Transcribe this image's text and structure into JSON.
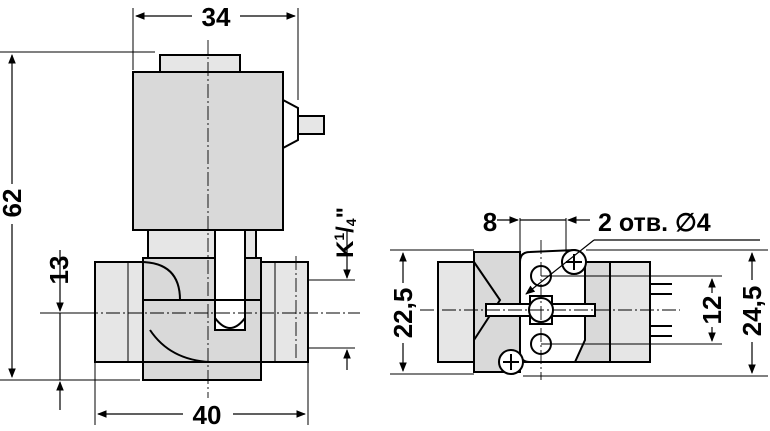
{
  "front_view": {
    "width_top": "34",
    "height_total": "62",
    "height_port": "13",
    "width_bottom": "40",
    "thread": "K",
    "thread_sup": "1",
    "thread_sub": "4",
    "thread_mark": "\""
  },
  "top_view": {
    "offset": "8",
    "holes_note": "2 отв. ∅4",
    "height_left": "22,5",
    "height_inner": "12",
    "height_right": "24,5"
  }
}
